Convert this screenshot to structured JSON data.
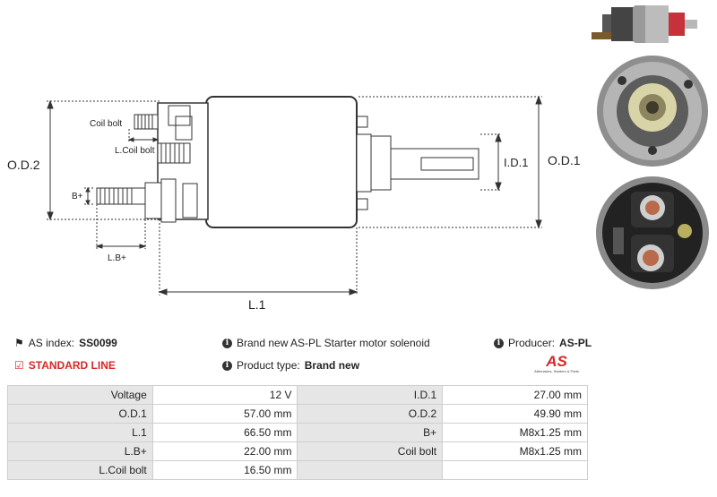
{
  "dimension_labels": {
    "od2": "O.D.2",
    "od1": "O.D.1",
    "id1": "I.D.1",
    "l1": "L.1",
    "lb": "L.B+",
    "coil_bolt": "Coil bolt",
    "l_coil_bolt": "L.Coil bolt",
    "b_plus": "B+"
  },
  "info": {
    "as_index_label": "AS index:",
    "as_index_value": "SS0099",
    "standard_line": "STANDARD LINE",
    "description": "Brand new AS-PL Starter motor solenoid",
    "product_type_label": "Product type:",
    "product_type_value": "Brand new",
    "producer_label": "Producer:",
    "producer_value": "AS-PL"
  },
  "logo": {
    "mark": "AS",
    "tagline": "Alternators, Starters & Parts",
    "color": "#d62828"
  },
  "specs": [
    {
      "l1": "Voltage",
      "v1": "12 V",
      "l2": "I.D.1",
      "v2": "27.00 mm"
    },
    {
      "l1": "O.D.1",
      "v1": "57.00 mm",
      "l2": "O.D.2",
      "v2": "49.90 mm"
    },
    {
      "l1": "L.1",
      "v1": "66.50 mm",
      "l2": "B+",
      "v2": "M8x1.25 mm"
    },
    {
      "l1": "L.B+",
      "v1": "22.00 mm",
      "l2": "Coil bolt",
      "v2": "M8x1.25 mm"
    },
    {
      "l1": "L.Coil bolt",
      "v1": "16.50 mm",
      "l2": "",
      "v2": ""
    }
  ]
}
